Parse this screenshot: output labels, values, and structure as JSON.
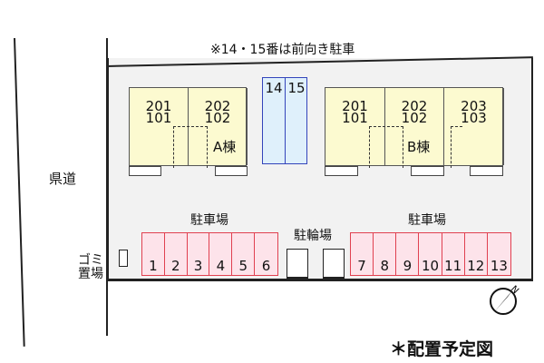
{
  "title_note": "※14・15番は前向き駐車",
  "road_label": "県道",
  "buildings": [
    {
      "name": "A棟",
      "units": [
        {
          "rooms": [
            "201",
            "101"
          ]
        },
        {
          "rooms": [
            "202",
            "102"
          ]
        }
      ]
    },
    {
      "name": "B棟",
      "units": [
        {
          "rooms": [
            "201",
            "101"
          ]
        },
        {
          "rooms": [
            "202",
            "102"
          ]
        },
        {
          "rooms": [
            "203",
            "103"
          ]
        }
      ]
    }
  ],
  "front_parking": [
    "14",
    "15"
  ],
  "parking_label": "駐車場",
  "parking_left": [
    "1",
    "2",
    "3",
    "4",
    "5",
    "6"
  ],
  "parking_right": [
    "7",
    "8",
    "9",
    "10",
    "11",
    "12",
    "13"
  ],
  "bicycle_label": "駐輪場",
  "trash_label": [
    "ゴミ",
    "置場"
  ],
  "compass": "N",
  "footer": "＊配置予定図",
  "colors": {
    "building": "#fcfad0",
    "front_parking": "#dff0fb",
    "parking": "#fde3ea",
    "parking_border": "#e04050"
  }
}
